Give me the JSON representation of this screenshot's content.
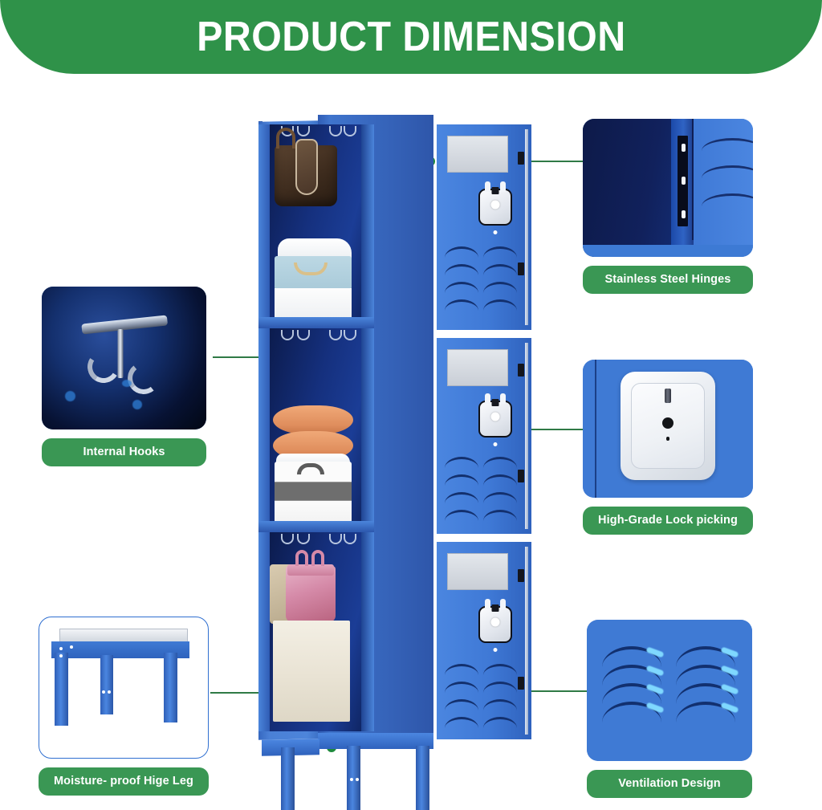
{
  "header": {
    "title": "PRODUCT DIMENSION",
    "background_color": "#2f9249",
    "text_color": "#ffffff"
  },
  "theme": {
    "green_pill": "#3a9754",
    "connector_green": "#2f7a46",
    "locker_blue": "#3f7ad4",
    "locker_dark_blue": "#12306e",
    "interior_navy": "#0c1d55"
  },
  "product": {
    "name": "3-Tier Metal Storage Locker",
    "compartments": 3,
    "door_elements": {
      "name_card": "name-plate-card",
      "lock": "padlock-hasp",
      "vent_rows": 4,
      "vent_columns": 2
    }
  },
  "callouts": [
    {
      "id": "stainless-steel-hinges",
      "label": "Stainless Steel Hinges",
      "image": "hinge-closeup",
      "side": "right",
      "card_style": "photo"
    },
    {
      "id": "high-grade-lock-picking",
      "label": "High-Grade Lock picking",
      "image": "lock-closeup",
      "side": "right",
      "card_style": "photo"
    },
    {
      "id": "ventilation-design",
      "label": "Ventilation Design",
      "image": "ventilation-slots-closeup",
      "side": "right",
      "card_style": "photo"
    },
    {
      "id": "internal-hooks",
      "label": "Internal Hooks",
      "image": "internal-hook-closeup",
      "side": "left",
      "card_style": "photo"
    },
    {
      "id": "moisture-proof-high-leg",
      "label": "Moisture- proof Hige Leg",
      "image": "high-leg-closeup",
      "side": "left",
      "card_style": "white"
    }
  ],
  "locker_contents": [
    {
      "tier": "top",
      "items": [
        "brown handbag on hook",
        "light blue storage basket",
        "white towels"
      ]
    },
    {
      "tier": "middle",
      "items": [
        "two peach pillows",
        "gray striped storage bin"
      ]
    },
    {
      "tier": "bottom",
      "items": [
        "pink handbag",
        "tan handbag",
        "cream storage box"
      ]
    }
  ]
}
